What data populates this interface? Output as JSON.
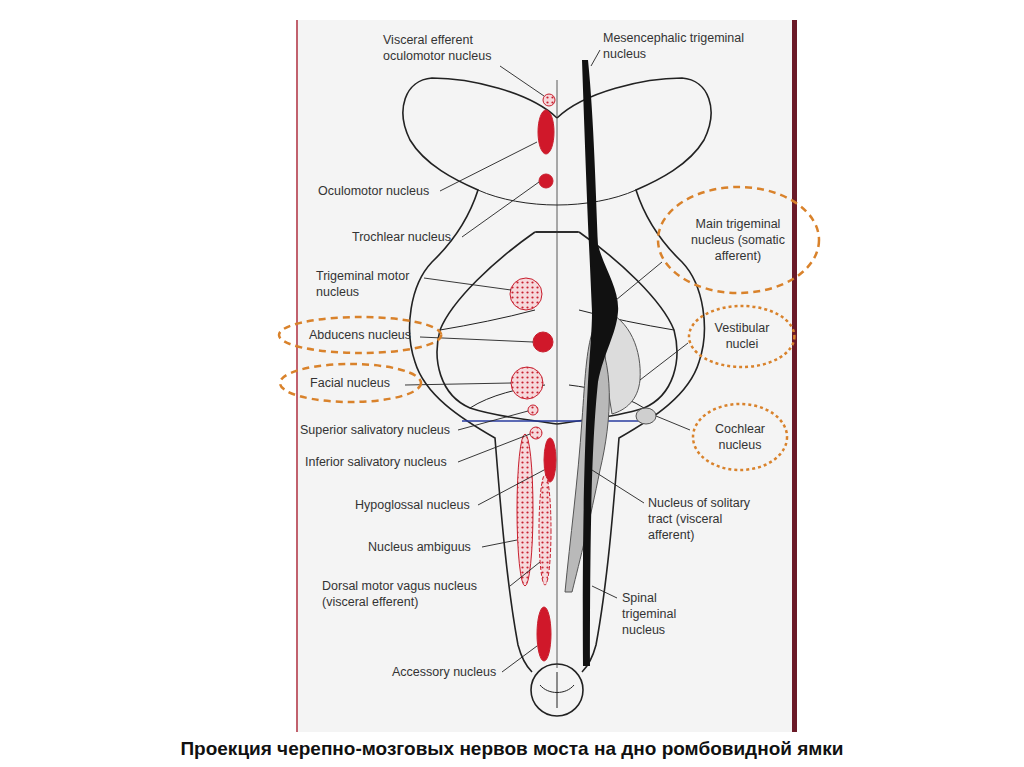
{
  "diagram": {
    "caption": "Проекция черепно-мозговых нервов моста на дно ромбовидной ямки",
    "nodes": [
      {
        "text": [
          "Main trigeminal nucleus (somatic afferent)"
        ]
      },
      {
        "text": [
          "Abducens nucleus"
        ]
      },
      {
        "text": [
          "Vestibular nuclei"
        ]
      },
      {
        "text": [
          "Facial nucleus"
        ]
      },
      {
        "text": [
          "Cochlear nucleus"
        ]
      }
    ],
    "edges": [],
    "labels": [
      "Visceral efferent oculomotor nucleus",
      "Mesencephalic trigeminal nucleus",
      "Oculomotor nucleus",
      "Trochlear nucleus",
      "Trigeminal motor nucleus",
      "Superior salivatory nucleus",
      "Inferior salivatory nucleus",
      "Hypoglossal nucleus",
      "Nucleus ambiguus",
      "Dorsal motor vagus nucleus (visceral efferent)",
      "Accessory nucleus",
      "Nucleus of solitary tract (visceral afferent)",
      "Spinal trigeminal nucleus"
    ]
  }
}
